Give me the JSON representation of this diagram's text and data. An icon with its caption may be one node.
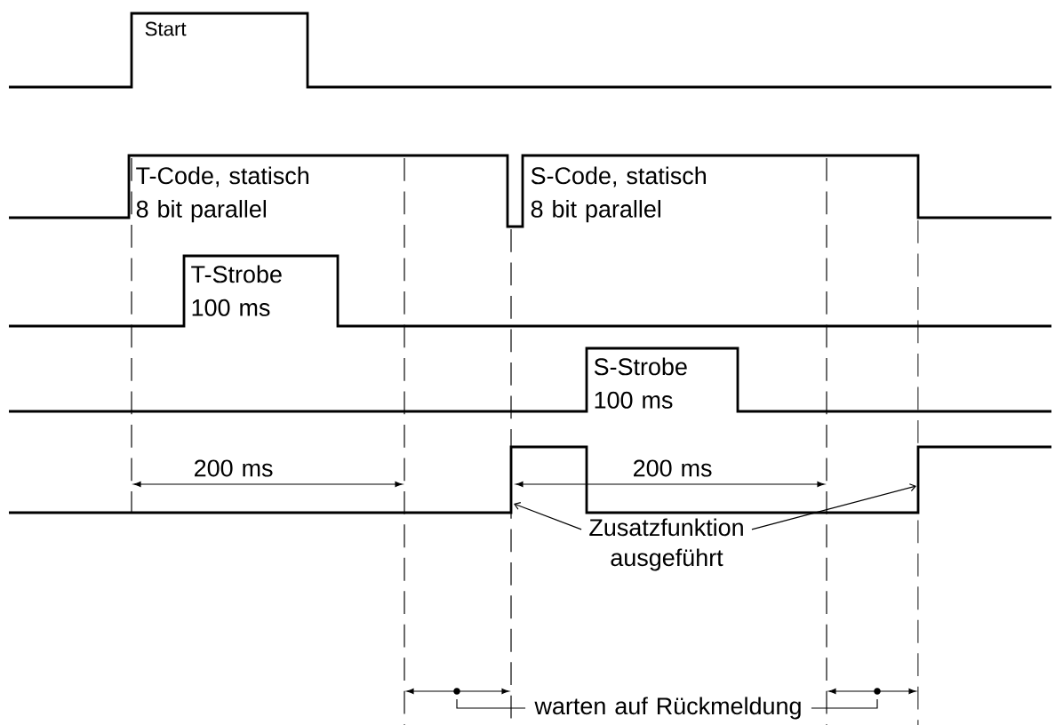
{
  "diagram": {
    "nodes": [
      {
        "text": [
          "Zusatzfunktion ausgeführt"
        ]
      },
      {
        "text": [
          "warten auf Rückmeldung"
        ]
      }
    ],
    "edges": [
      {
        "from": 0,
        "to": null,
        "arrow": "to"
      },
      {
        "from": 0,
        "to": null,
        "arrow": "to"
      },
      {
        "from": 1,
        "to": null,
        "arrow": "none"
      },
      {
        "from": 1,
        "to": null,
        "arrow": "none"
      }
    ],
    "labels": [
      "Start",
      "T-Code, statisch 8 bit parallel",
      "S-Code, statisch 8 bit parallel",
      "T-Strobe 100 ms",
      "S-Strobe 100 ms",
      "200 ms",
      "200 ms"
    ]
  }
}
